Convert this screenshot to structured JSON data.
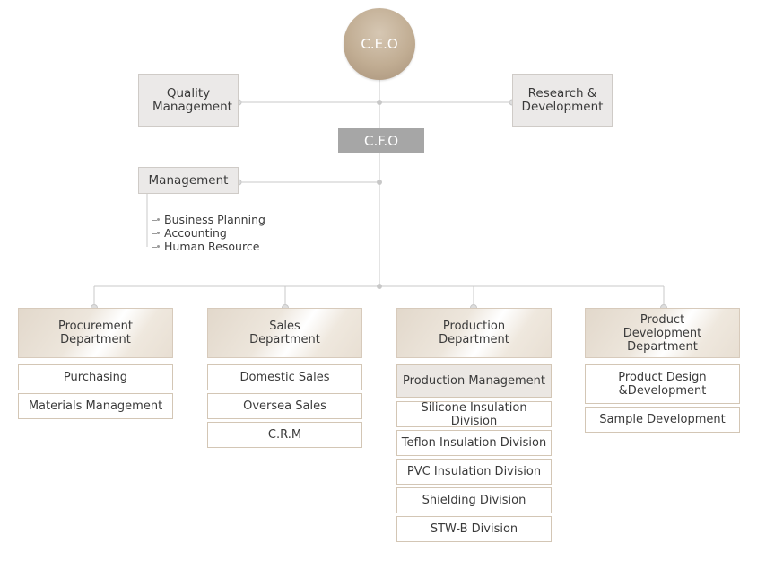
{
  "ceo": "C.E.O",
  "cfo": "C.F.O",
  "quality": "Quality Management",
  "research": "Research & Development",
  "management": {
    "title": "Management",
    "items": [
      "Business Planning",
      "Accounting",
      "Human Resource"
    ]
  },
  "departments": [
    {
      "name": "Procurement Department",
      "subs": [
        "Purchasing",
        "Materials Management"
      ]
    },
    {
      "name": "Sales Department",
      "subs": [
        "Domestic Sales",
        "Oversea Sales",
        "C.R.M"
      ]
    },
    {
      "name": "Production Department",
      "subs": [
        "Production Management",
        "Silicone Insulation Division",
        "Teflon Insulation Division",
        "PVC Insulation Division",
        "Shielding Division",
        "STW-B Division"
      ]
    },
    {
      "name": "Product Development Department",
      "subs": [
        "Product Design &Development",
        "Sample Development"
      ]
    }
  ],
  "colors": {
    "ceo": "#c1ad93",
    "cfo": "#a6a6a6",
    "dept_border": "#d7cabb",
    "line": "#c8c8c8"
  }
}
